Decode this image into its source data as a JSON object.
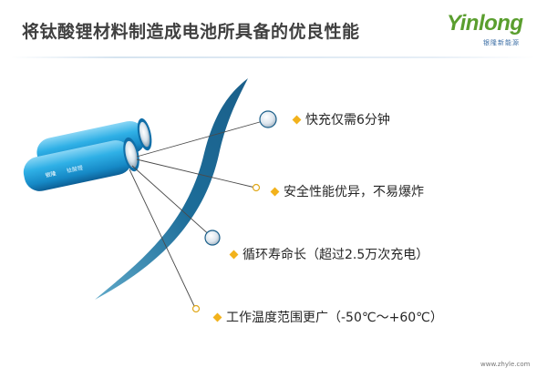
{
  "slide": {
    "title": "将钛酸锂材料制造成电池所具备的优良性能",
    "logo": {
      "text": "Yinlong",
      "subtitle": "银隆新能源"
    },
    "battery_label_1": "银隆",
    "battery_label_2": "钛酸锂",
    "features": [
      {
        "label": "快充仅需6分钟"
      },
      {
        "label": "安全性能优异，不易爆炸"
      },
      {
        "label": "循环寿命长（超过2.5万次充电）"
      },
      {
        "label": "工作温度范围更广（-50℃～+60℃）"
      }
    ],
    "watermark": "www.zhyle.com",
    "colors": {
      "title": "#404040",
      "bullet": "#f2b21c",
      "battery": "#1ba0dc",
      "ribbon": "#1a5f8a",
      "logo_green": "#5a9e2e"
    }
  }
}
